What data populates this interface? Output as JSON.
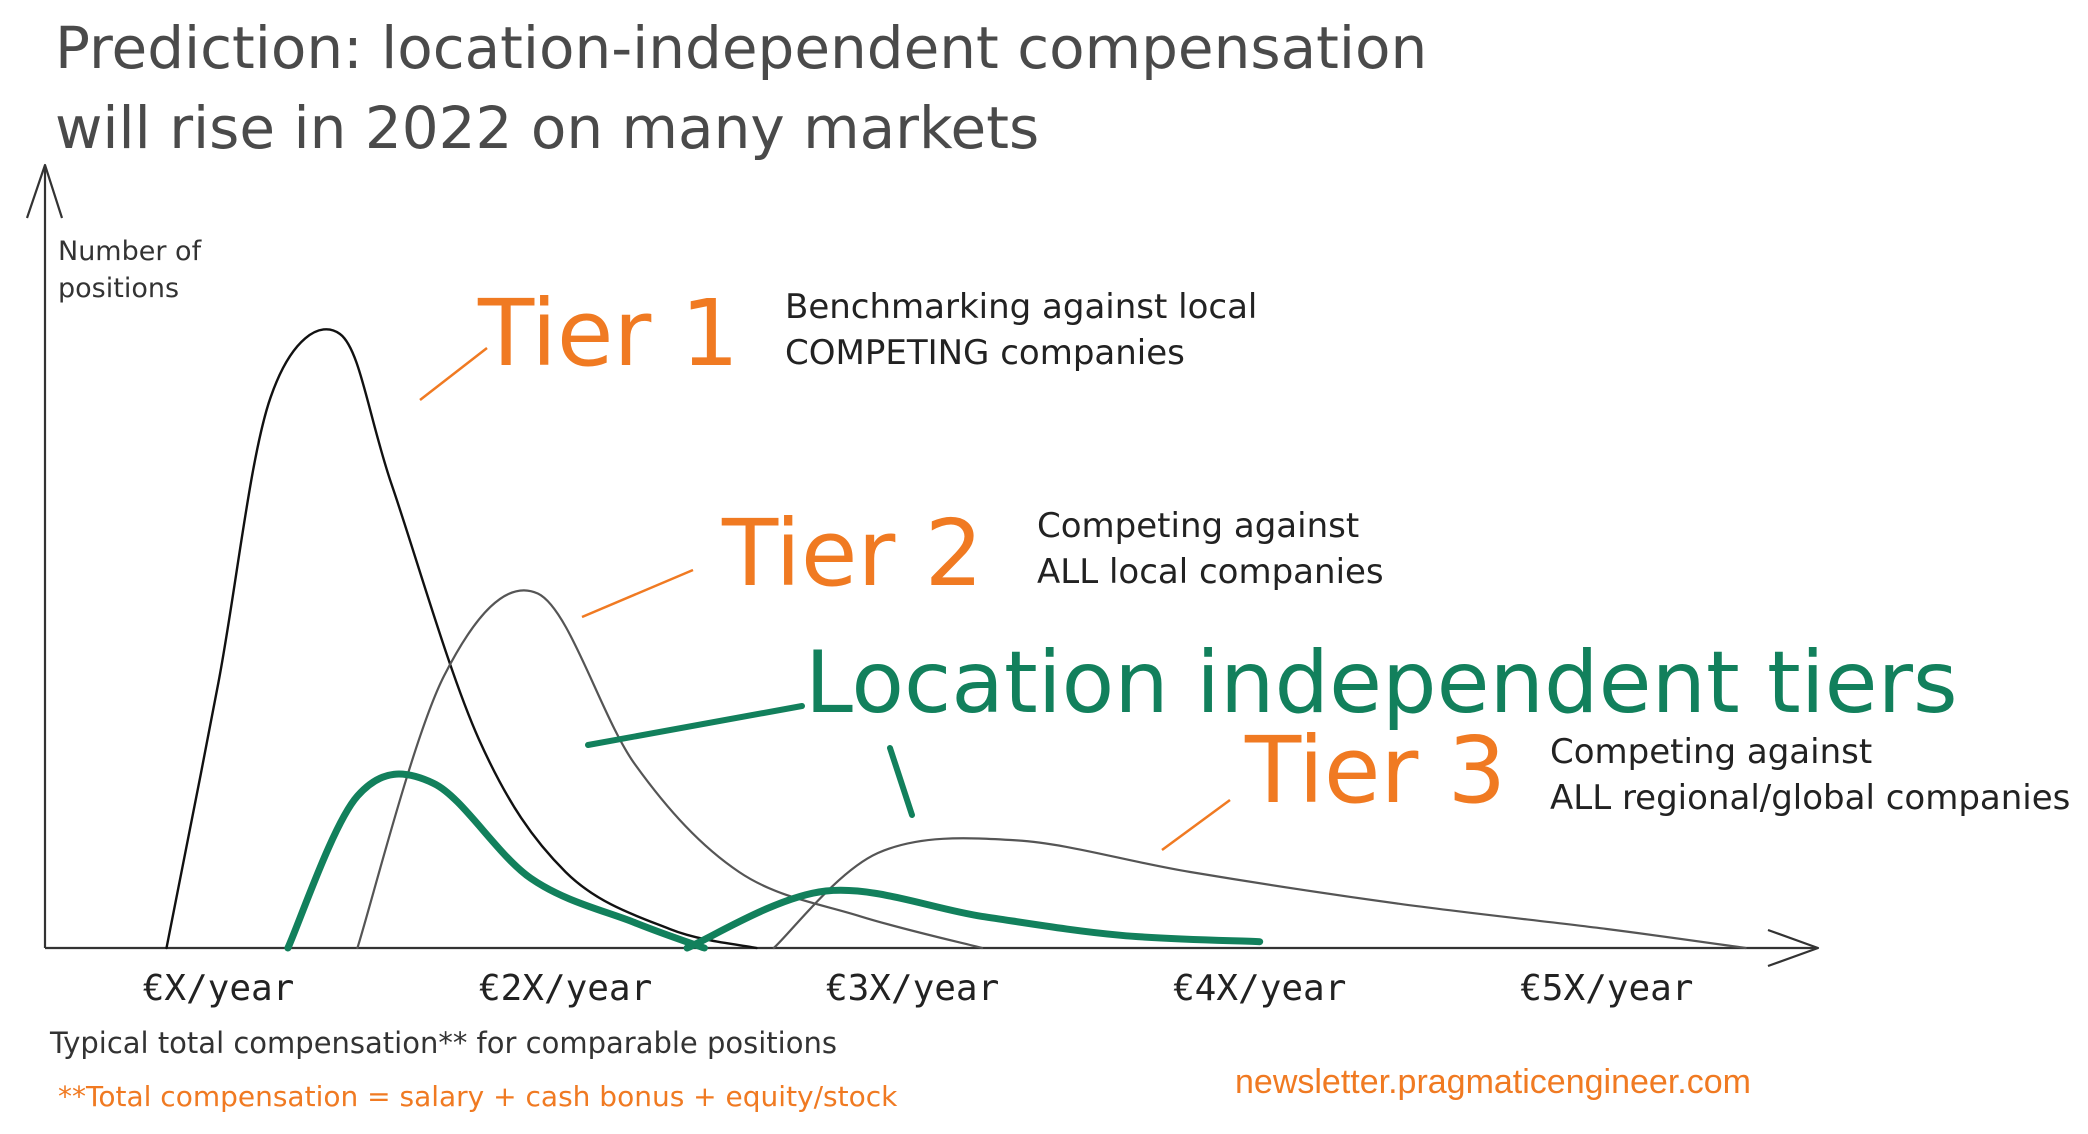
{
  "chart_data": {
    "type": "line",
    "title_lines": [
      "Prediction: location-independent compensation",
      "will rise in 2022 on many markets"
    ],
    "ylabel_lines": [
      "Number of",
      "positions"
    ],
    "xlabel": "Typical total compensation** for comparable positions",
    "footnote": "**Total compensation = salary + cash bonus + equity/stock",
    "source": "newsletter.pragmaticengineer.com",
    "xlim": [
      0.5,
      5.6
    ],
    "ylim": [
      0,
      100
    ],
    "x_ticks": [
      {
        "value": 1,
        "label": "€X/year"
      },
      {
        "value": 2,
        "label": "€2X/year"
      },
      {
        "value": 3,
        "label": "€3X/year"
      },
      {
        "value": 4,
        "label": "€4X/year"
      },
      {
        "value": 5,
        "label": "€5X/year"
      }
    ],
    "annotations": [
      {
        "id": "tier1",
        "label": "Tier 1",
        "desc": [
          "Benchmarking against local",
          "COMPETING companies"
        ]
      },
      {
        "id": "tier2",
        "label": "Tier 2",
        "desc": [
          "Competing against",
          "ALL local companies"
        ]
      },
      {
        "id": "loc",
        "label": "Location independent tiers"
      },
      {
        "id": "tier3",
        "label": "Tier 3",
        "desc": [
          "Competing against",
          "ALL regional/global companies"
        ]
      }
    ],
    "series": [
      {
        "id": "tier1",
        "color": "#111111",
        "width": 2.4,
        "x": [
          0.85,
          1.0,
          1.15,
          1.35,
          1.5,
          1.75,
          2.0,
          2.3,
          2.55
        ],
        "y": [
          0,
          42,
          87,
          97,
          73,
          33,
          12,
          3,
          0
        ]
      },
      {
        "id": "tier2",
        "color": "#555555",
        "width": 2.2,
        "x": [
          1.4,
          1.65,
          1.92,
          2.2,
          2.5,
          2.85,
          3.2
        ],
        "y": [
          0,
          43,
          56,
          29,
          12,
          5,
          0
        ]
      },
      {
        "id": "tier3",
        "color": "#555555",
        "width": 2.2,
        "x": [
          2.6,
          2.9,
          3.3,
          3.8,
          4.4,
          5.0,
          5.4
        ],
        "y": [
          0,
          15,
          17,
          12,
          7,
          3,
          0
        ]
      },
      {
        "id": "loc1",
        "color": "#12805c",
        "width": 7,
        "x": [
          1.2,
          1.4,
          1.62,
          1.9,
          2.2,
          2.4
        ],
        "y": [
          0,
          24,
          26,
          11,
          4,
          0
        ]
      },
      {
        "id": "loc2",
        "color": "#12805c",
        "width": 7,
        "x": [
          2.35,
          2.75,
          3.2,
          3.6,
          4.0
        ],
        "y": [
          0,
          9,
          5,
          2,
          1
        ]
      }
    ]
  }
}
